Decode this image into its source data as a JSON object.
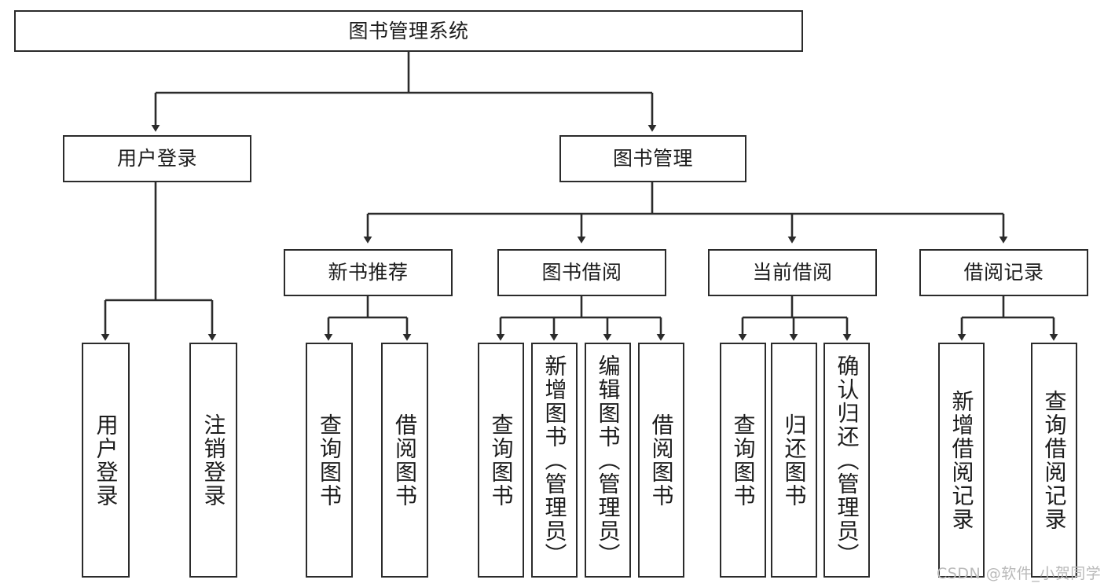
{
  "diagram": {
    "title": "图书管理系统",
    "type": "tree-hierarchy-diagram",
    "root": {
      "label": "图书管理系统"
    },
    "level2": [
      {
        "label": "用户登录"
      },
      {
        "label": "图书管理"
      }
    ],
    "level3": [
      {
        "label": "新书推荐"
      },
      {
        "label": "图书借阅"
      },
      {
        "label": "当前借阅"
      },
      {
        "label": "借阅记录"
      }
    ],
    "leaves": [
      {
        "label": "用户登录"
      },
      {
        "label": "注销登录"
      },
      {
        "label": "查询图书"
      },
      {
        "label": "借阅图书"
      },
      {
        "label": "查询图书"
      },
      {
        "label": "新增图书（管理员）"
      },
      {
        "label": "编辑图书（管理员）"
      },
      {
        "label": "借阅图书"
      },
      {
        "label": "查询图书"
      },
      {
        "label": "归还图书"
      },
      {
        "label": "确认归还（管理员）"
      },
      {
        "label": "新增借阅记录"
      },
      {
        "label": "查询借阅记录"
      }
    ]
  },
  "watermark": {
    "text": "CSDN @软件_小贺同学"
  },
  "colors": {
    "stroke": "#2b2b2b",
    "background": "#ffffff",
    "text": "#1c1c1c",
    "watermark": "#b9b9b9"
  }
}
